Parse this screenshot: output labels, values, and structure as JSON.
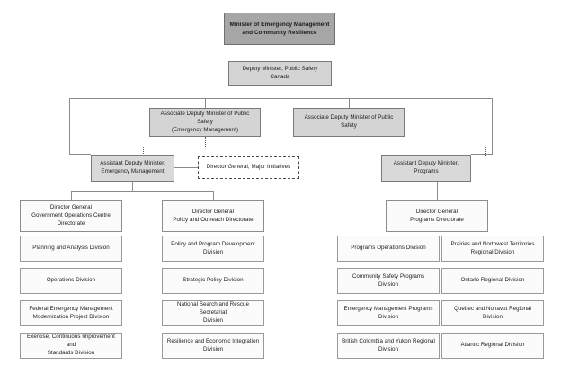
{
  "chart_data": {
    "type": "diagram",
    "title": "Emergency Management and Community Resilience Organizational Chart",
    "orientation": "top-down",
    "levels": 5
  },
  "nodes": {
    "minister": {
      "label": "Minister of Emergency Management\nand Community Resilience"
    },
    "deputy_minister": {
      "label": "Deputy Minister, Public Safety Canada"
    },
    "assoc_dm_em": {
      "label": "Associate Deputy Minister of Public Safety\n(Emergency Management)"
    },
    "assoc_dm_ps": {
      "label": "Associate Deputy Minister of Public Safety"
    },
    "adm_em": {
      "label": "Assistant Deputy Minister,\nEmergency Management"
    },
    "dg_major_initiatives": {
      "label": "Director General, Major Initiatives"
    },
    "adm_programs": {
      "label": "Assistant Deputy Minister,\nPrograms"
    },
    "dg_goc": {
      "label": "Director General\nGovernment Operations Centre\nDirectorate"
    },
    "dg_policy": {
      "label": "Director General\nPolicy and Outreach Directorate"
    },
    "dg_programs": {
      "label": "Director General\nPrograms Directorate"
    }
  },
  "columns": {
    "goc_divisions": [
      {
        "label": "Planning and Analysis Division"
      },
      {
        "label": "Operations Division"
      },
      {
        "label": "Federal Emergency Management\nModernization Project Division"
      },
      {
        "label": "Exercise, Continuous Improvement and\nStandards Division"
      }
    ],
    "policy_divisions": [
      {
        "label": "Policy and Program Development\nDivision"
      },
      {
        "label": "Strategic Policy Division"
      },
      {
        "label": "National Search and Rescue Secretariat\nDivision"
      },
      {
        "label": "Resilience and Economic Integration\nDivision"
      }
    ],
    "programs_divisions": [
      {
        "label": "Programs Operations Division"
      },
      {
        "label": "Community Safety Programs Division"
      },
      {
        "label": "Emergency Management Programs\nDivision"
      },
      {
        "label": "British Colombia and Yukon Regional\nDivision"
      }
    ],
    "regional_divisions": [
      {
        "label": "Prairies and Northwest Territories\nRegional Division"
      },
      {
        "label": "Ontario Regional Division"
      },
      {
        "label": "Quebec and Nunavut Regional Division"
      },
      {
        "label": "Atlantic Regional Division"
      }
    ]
  },
  "colors": {
    "minister_fill": "#a6a6a6",
    "adm_fill": "#d9d9d9",
    "division_fill": "#fbfbfb",
    "border": "#8d8d8d",
    "connector": "#8a8a8a"
  }
}
